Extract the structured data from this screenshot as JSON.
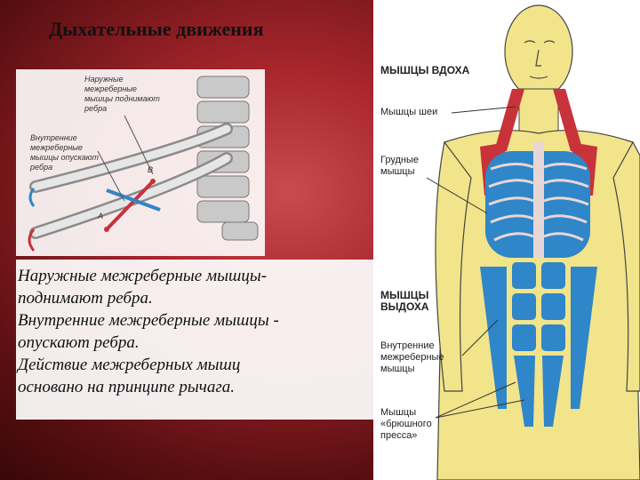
{
  "title": "Дыхательные движения",
  "rib_labels": {
    "external": "Наружные межреберные мышцы поднимают ребра",
    "internal": "Внутренние межреберные мышцы опускают ребра",
    "point_b": "B",
    "point_a": "A"
  },
  "body_text": [
    "Наружные межреберные мышцы-",
    "поднимают ребра.",
    "Внутренние межреберные мышцы -",
    "опускают ребра.",
    "Действие межреберных мышц",
    "основано на принципе рычага."
  ],
  "anatomy_labels": {
    "inhale_header": "МЫШЦЫ ВДОХА",
    "neck": "Мышцы шеи",
    "chest": "Грудные мышцы",
    "exhale_header": "МЫШЦЫ ВЫДОХА",
    "internal_intercostal": "Внутренние межреберные мышцы",
    "abdominal": "Мышцы «брюшного пресса»"
  },
  "colors": {
    "skin": "#f2e48a",
    "muscle_blue": "#2f86c8",
    "muscle_red": "#c8323a",
    "rib": "#e8d6d6"
  }
}
